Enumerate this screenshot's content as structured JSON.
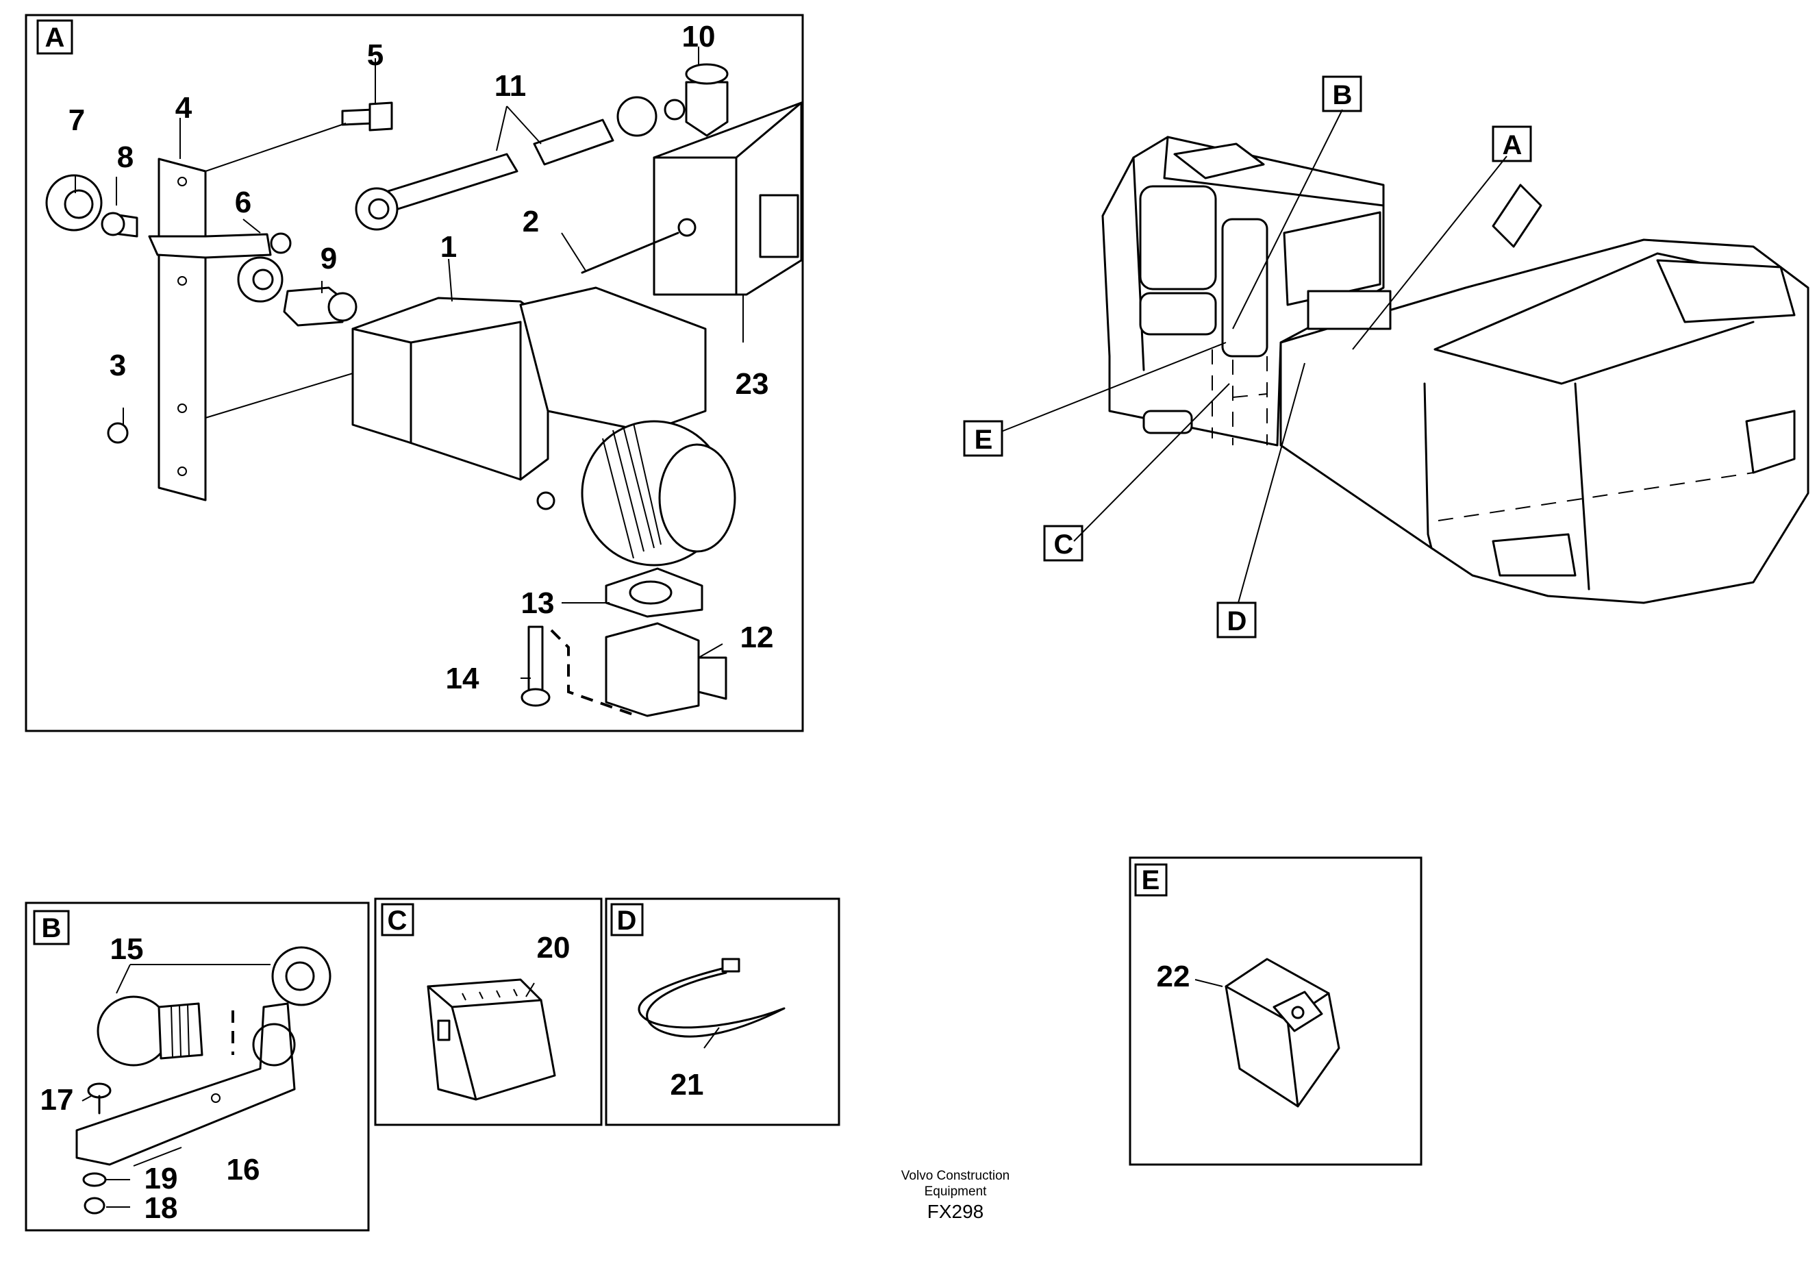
{
  "views": {
    "A": {
      "label": "A",
      "parts": [
        "1",
        "2",
        "3",
        "4",
        "5",
        "6",
        "7",
        "8",
        "9",
        "10",
        "11",
        "12",
        "13",
        "14",
        "23"
      ]
    },
    "B": {
      "label": "B",
      "parts": [
        "15",
        "16",
        "17",
        "18",
        "19"
      ]
    },
    "C": {
      "label": "C",
      "parts": [
        "20"
      ]
    },
    "D": {
      "label": "D",
      "parts": [
        "21"
      ]
    },
    "E": {
      "label": "E",
      "parts": [
        "22"
      ]
    }
  },
  "overview_callouts": [
    "A",
    "B",
    "C",
    "D",
    "E"
  ],
  "footer": {
    "line1": "Volvo Construction",
    "line2": "Equipment",
    "code": "FX298"
  }
}
